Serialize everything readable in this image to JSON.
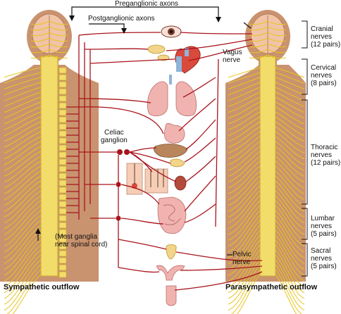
{
  "labels": {
    "preganglionic": "Preganglionic axons",
    "postganglionic": "Postganglionic axons",
    "vagus": "Vagus\nnerve",
    "celiac": "Celiac\nganglion",
    "most_ganglia": "(Most ganglia\nnear spinal cord)",
    "pelvic": "Pelvic\nnerve",
    "sympathetic": "Sympathetic outflow",
    "parasympathetic": "Parasympathetic outflow"
  },
  "nerve_groups": [
    {
      "label": "Cranial\nnerves\n(12 pairs)"
    },
    {
      "label": "Cervical\nnerves\n(8 pairs)"
    },
    {
      "label": "Thoracic\nnerves\n(12 pairs)"
    },
    {
      "label": "Lumbar\nnerves\n(5 pairs)"
    },
    {
      "label": "Sacral\nnerves\n(5 pairs)"
    }
  ],
  "colors": {
    "skin": "#c9936f",
    "skin_dark": "#b57e5b",
    "spine": "#f2dc6a",
    "nerve_yellow": "#e8c520",
    "axon_red": "#a8141c",
    "organ_pink": "#f1b3b0",
    "organ_yellow": "#f2d58a",
    "organ_blue": "#8fb4d9"
  }
}
